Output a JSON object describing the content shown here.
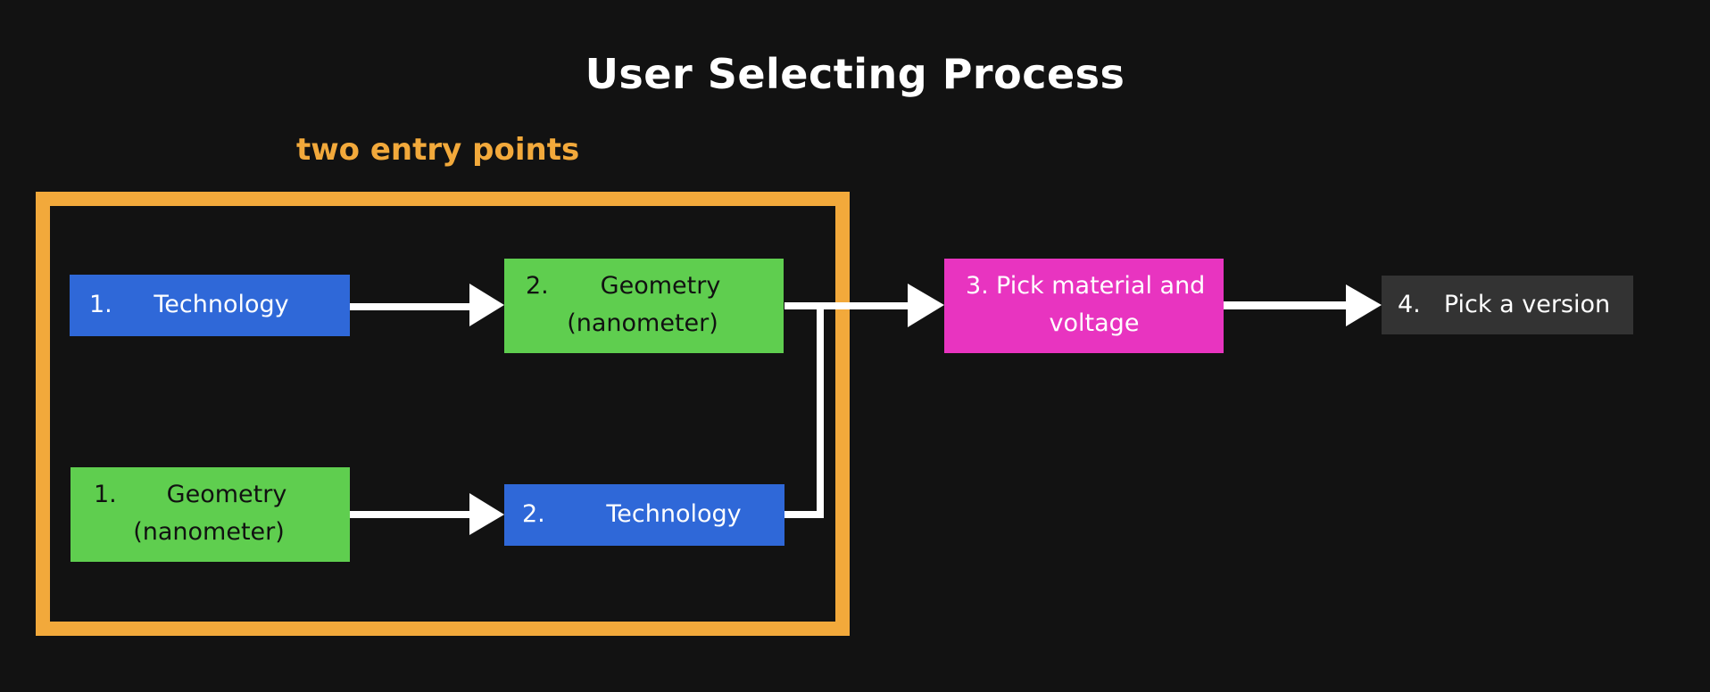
{
  "title": "User Selecting Process",
  "group_label": "two entry points",
  "colors": {
    "background": "#121212",
    "group_frame": "#f2a93b",
    "technology": "#2f68d8",
    "geometry": "#5fce4f",
    "material_voltage": "#e834c0",
    "version": "#333333",
    "arrow": "#ffffff"
  },
  "nodes": {
    "path_a_step1": {
      "num": "1.",
      "line1": "Technology",
      "line2": ""
    },
    "path_a_step2": {
      "num": "2.",
      "line1": "Geometry",
      "line2": "(nanometer)"
    },
    "path_b_step1": {
      "num": "1.",
      "line1": "Geometry",
      "line2": "(nanometer)"
    },
    "path_b_step2": {
      "num": "2.",
      "line1": "Technology",
      "line2": ""
    },
    "step3": {
      "num": "3.",
      "line1": "Pick material and",
      "line2": "voltage"
    },
    "step4": {
      "num": "4.",
      "line1": "Pick a version",
      "line2": ""
    }
  },
  "edges": [
    {
      "from": "path_a_step1",
      "to": "path_a_step2"
    },
    {
      "from": "path_b_step1",
      "to": "path_b_step2"
    },
    {
      "from": "path_a_step2",
      "to": "step3"
    },
    {
      "from": "path_b_step2",
      "to": "step3"
    },
    {
      "from": "step3",
      "to": "step4"
    }
  ]
}
